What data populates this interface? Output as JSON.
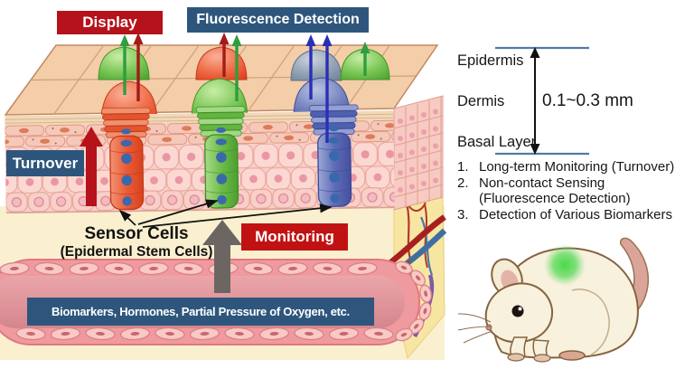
{
  "labels": {
    "display": "Display",
    "fluorescence_detection": "Fluorescence Detection",
    "turnover": "Turnover",
    "monitoring": "Monitoring",
    "sensor_cells": "Sensor Cells",
    "sensor_cells_sub": "(Epidermal Stem Cells)",
    "biomarkers": "Biomarkers, Hormones, Partial Pressure of Oxygen, etc."
  },
  "skin_layers": {
    "epidermis": "Epidermis",
    "dermis": "Dermis",
    "basal_layer": "Basal Layer",
    "thickness_range": "0.1~0.3 mm"
  },
  "features": [
    {
      "num": "1.",
      "text": "Long-term Monitoring (Turnover)"
    },
    {
      "num": "2.",
      "text": "Non-contact Sensing (Fluorescence Detection)"
    },
    {
      "num": "3.",
      "text": "Detection of Various Biomarkers"
    }
  ],
  "colors": {
    "red_label": "#b5121b",
    "monitoring_red": "#c11213",
    "blue_label": "#2e567c",
    "green_arrow": "#2e9e3e",
    "dark_red_arrow": "#a31b18",
    "blue_arrow": "#2b2fb5",
    "gray_arrow": "#6b6662",
    "beige_background": "#faf0cf",
    "dermis_yellow": "#f7e6a2",
    "vessel_pink": "#ef9a9e",
    "fluorescent_green": "#3fd83f"
  }
}
